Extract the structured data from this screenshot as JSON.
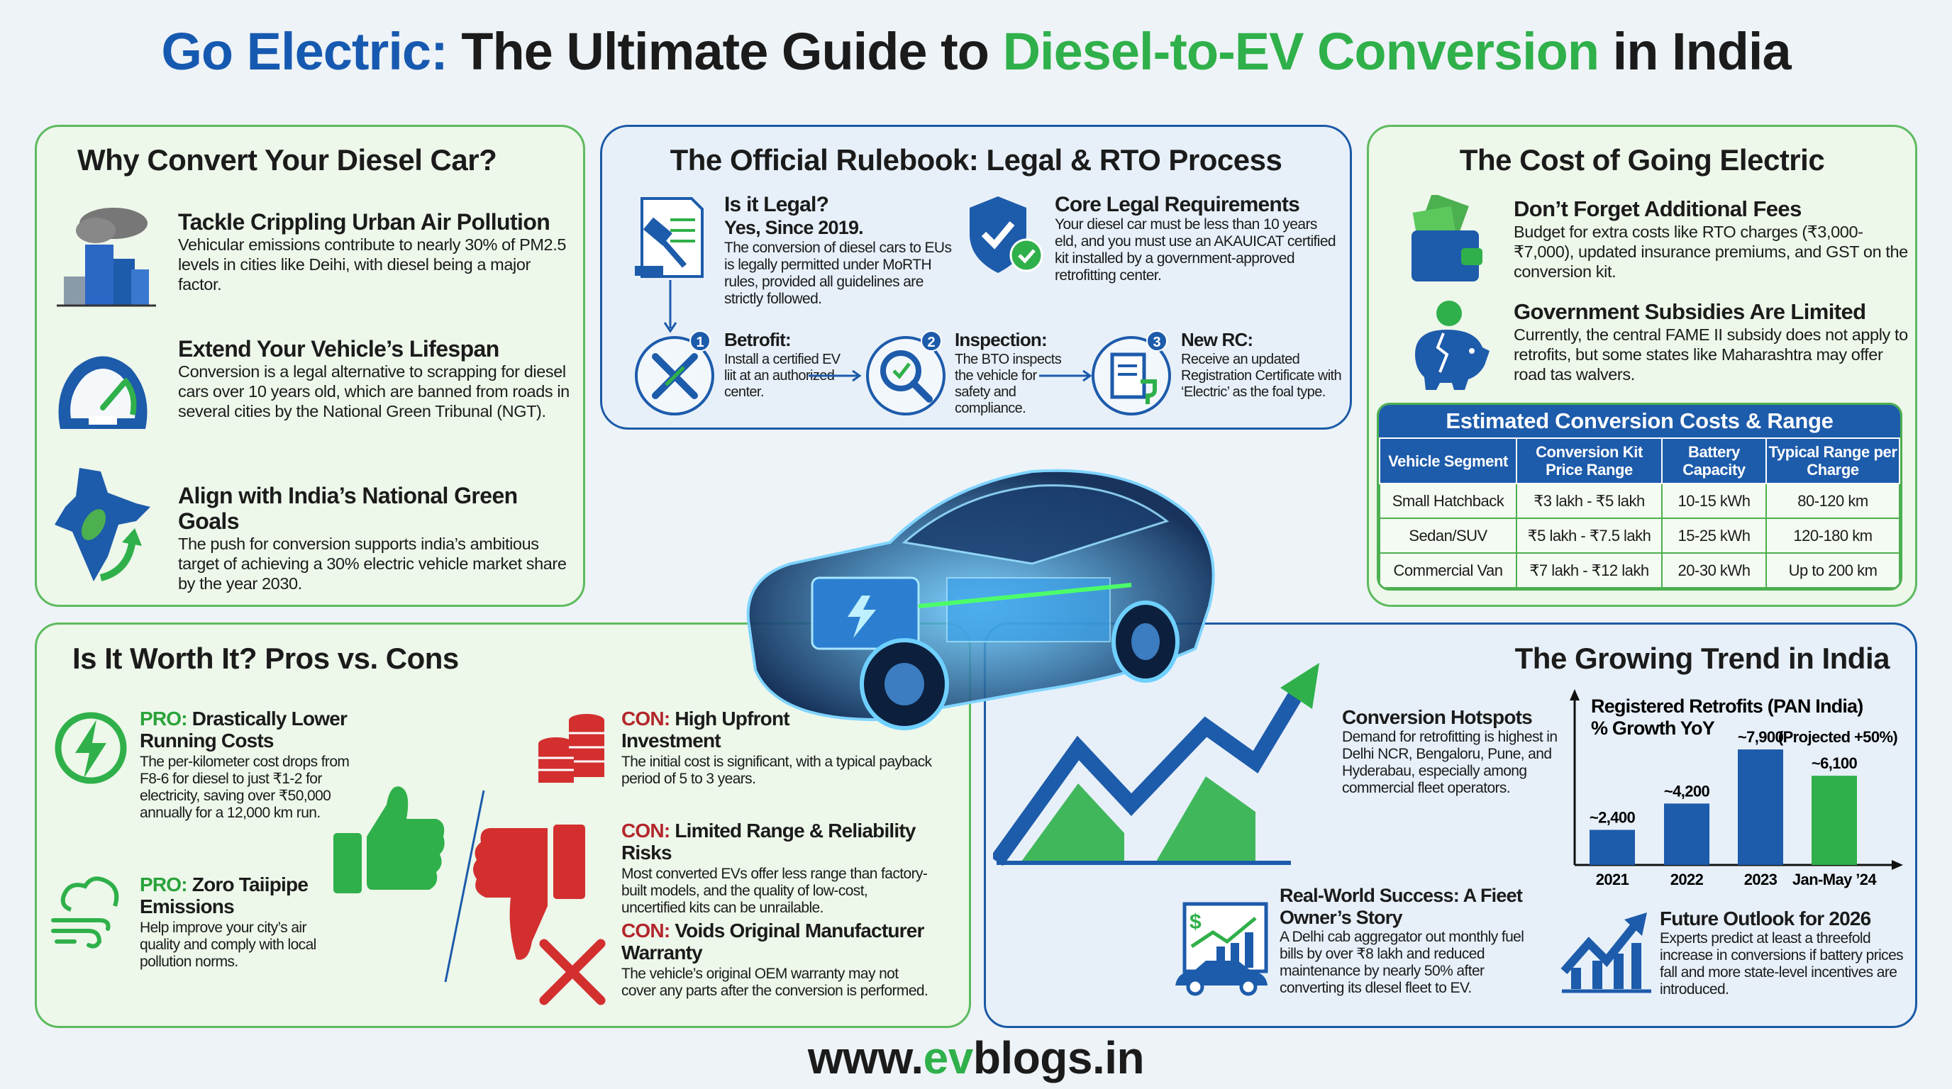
{
  "title": {
    "part1": "Go Electric:",
    "part2": " The Ultimate Guide to ",
    "part3": "Diesel-to-EV Conversion",
    "part4": " in India"
  },
  "colors": {
    "blue": "#1659b0",
    "green": "#2fb04a",
    "red": "#d32f2f"
  },
  "why": {
    "title": "Why Convert Your Diesel Car?",
    "items": [
      {
        "icon": "polluted-city-icon",
        "heading": "Tackle Crippling Urban Air Pollution",
        "body": "Vehicular emissions contribute to nearly 30% of PM2.5 levels in cities like Deihi, with diesel being a major factor."
      },
      {
        "icon": "speedometer-icon",
        "heading": "Extend Your Vehicle’s Lifespan",
        "body": "Conversion is a legal alternative to scrapping for diesel cars over 10 years old, which are banned from roads in several cities by the National Green Tribunal (NGT)."
      },
      {
        "icon": "india-map-leaf-icon",
        "heading": "Align with India’s National Green Goals",
        "body": "The push for conversion supports india’s ambitious target of achieving a 30% electric vehicle market share by the year 2030."
      }
    ]
  },
  "rulebook": {
    "title": "The Official Rulebook: Legal & RTO Process",
    "legal": {
      "heading": "Is it Legal?",
      "sub": "Yes, Since 2019.",
      "body": "The conversion of diesel cars to EUs is legally permitted under MoRTH rules, provided all guidelines are strictly followed."
    },
    "core": {
      "heading": "Core Legal Requirements",
      "body": "Your diesel car must be less than 10 years eld, and you must use an AKAUICAT certified kit installed by a government-approved retrofitting center."
    },
    "steps": [
      {
        "num": "1",
        "heading": "Betrofit:",
        "body": "Install a certified EV liit at an authorized center."
      },
      {
        "num": "2",
        "heading": "Inspection:",
        "body": "The BTO inspects the vehicle for safety and compliance."
      },
      {
        "num": "3",
        "heading": "New RC:",
        "body": "Receive an updated Registration Certificate with ‘Electric’ as the foal type."
      }
    ]
  },
  "cost": {
    "title": "The Cost of Going Electric",
    "fees": {
      "heading": "Don’t Forget Additional Fees",
      "body": "Budget for extra costs like RTO charges (₹3,000-₹7,000), updated insurance premiums, and GST on the conversion kit."
    },
    "subsidies": {
      "heading": "Government Subsidies Are Limited",
      "body": "Currently, the central FAME II subsidy does not apply to retrofits, but some states like Maharashtra may offer road tas walvers."
    },
    "table": {
      "caption": "Estimated Conversion Costs & Range",
      "headers": [
        "Vehicle Segment",
        "Conversion Kit Price Range",
        "Battery Capacity",
        "Typical Range per Charge"
      ],
      "rows": [
        [
          "Small Hatchback",
          "₹3 lakh - ₹5 lakh",
          "10-15 kWh",
          "80-120 km"
        ],
        [
          "Sedan/SUV",
          "₹5 lakh - ₹7.5 lakh",
          "15-25 kWh",
          "120-180 km"
        ],
        [
          "Commercial Van",
          "₹7 lakh - ₹12 lakh",
          "20-30 kWh",
          "Up to 200 km"
        ]
      ]
    }
  },
  "proscons": {
    "title": "Is It Worth It? Pros vs. Cons",
    "pros": [
      {
        "tag": "PRO:",
        "heading": " Drastically Lower Running Costs",
        "body": "The per-kilometer cost drops from F8-6 for diesel to just ₹1-2 for electricity, saving over ₹50,000 annually for a 12,000 km run."
      },
      {
        "tag": "PRO:",
        "heading": " Zoro Taiipipe Emissions",
        "body": "Help improve your city’s air quality and comply with local pollution norms."
      }
    ],
    "cons": [
      {
        "tag": "CON:",
        "heading": " High Upfront Investment",
        "body": "The initial cost is significant, with a typical payback period of 5 to 3 years."
      },
      {
        "tag": "CON:",
        "heading": " Limited Range & Reliability Risks",
        "body": "Most converted EVs offer less range than factory-built models, and the quality of low-cost, uncertified kits can be unrailable."
      },
      {
        "tag": "CON:",
        "heading": " Voids Original Manufacturer Warranty",
        "body": "The vehicle’s original OEM warranty may not cover any parts after the conversion is performed."
      }
    ]
  },
  "trend": {
    "title": "The Growing Trend in India",
    "hotspots": {
      "heading": "Conversion Hotspots",
      "body": "Demand for retrofitting is highest in Delhi NCR, Bengaloru, Pune, and Hyderabau, especially among commercial fleet operators."
    },
    "success": {
      "heading": "Real-World Success: A Fieet Owner’s Story",
      "body": "A Delhi cab aggregator out monthly fuel bills by over ₹8 lakh and reduced maintenance by nearly 50% after converting its dlesel fleet to EV."
    },
    "outlook": {
      "heading": "Future Outlook for 2026",
      "body": "Experts predict at least a threefold increase in conversions if battery prices fall and more state-level incentives are introduced."
    }
  },
  "chart_data": {
    "type": "bar",
    "title": "Registered Retrofits (PAN India)",
    "subtitle": "% Growth YoY",
    "categories": [
      "2021",
      "2022",
      "2023",
      "Jan-May ’24"
    ],
    "values": [
      2400,
      4200,
      7900,
      6100
    ],
    "data_labels": [
      "~2,400",
      "~4,200",
      "~7,900",
      "~6,100"
    ],
    "annotation": "(Projected +50%)",
    "bar_colors": [
      "#1d5bab",
      "#1d5bab",
      "#1d5bab",
      "#2fb04a"
    ],
    "ylim": [
      0,
      8000
    ]
  },
  "footer": {
    "pre": "www.",
    "mid": "ev",
    "post": "blogs.in"
  }
}
